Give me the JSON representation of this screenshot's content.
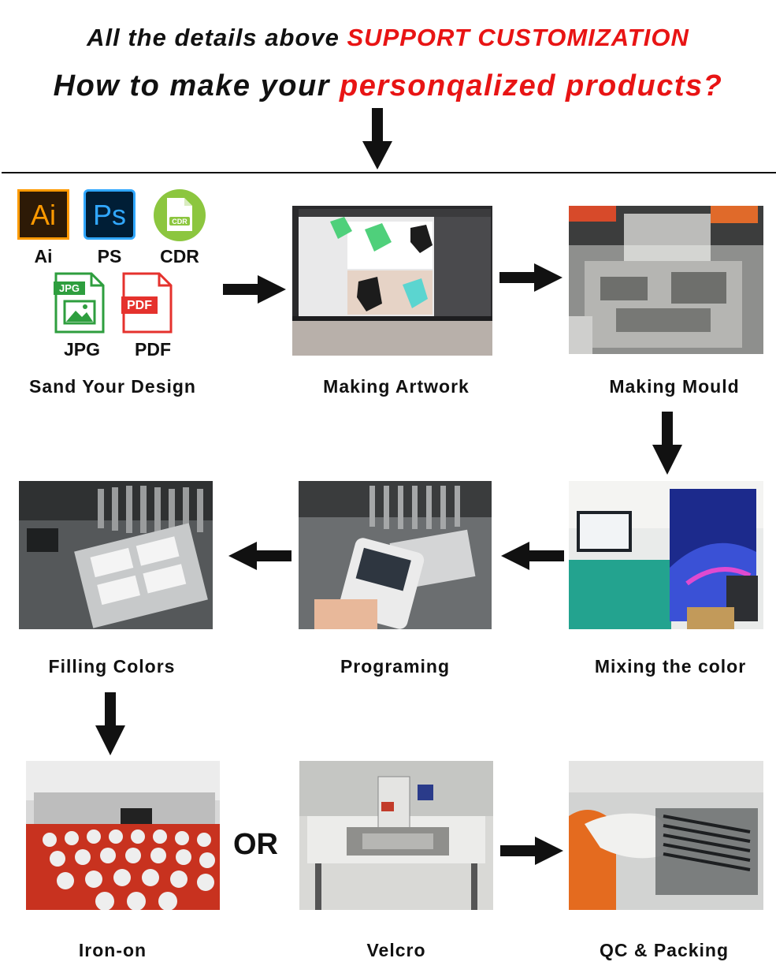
{
  "header": {
    "line1_prefix": "All the details above ",
    "line1_highlight": "SUPPORT CUSTOMIZATION",
    "line2_prefix": "How to make your ",
    "line2_highlight": "personqalized products?"
  },
  "design_formats": [
    {
      "name": "Ai",
      "glyph": "Ai",
      "icon": "illustrator-icon"
    },
    {
      "name": "PS",
      "glyph": "Ps",
      "icon": "photoshop-icon"
    },
    {
      "name": "CDR",
      "glyph": "CDR",
      "icon": "coreldraw-icon"
    },
    {
      "name": "JPG",
      "glyph": "JPG",
      "icon": "jpg-file-icon"
    },
    {
      "name": "PDF",
      "glyph": "PDF",
      "icon": "pdf-file-icon"
    }
  ],
  "steps": [
    {
      "label": "Sand Your Design"
    },
    {
      "label": "Making Artwork"
    },
    {
      "label": "Making Mould"
    },
    {
      "label": "Mixing the color"
    },
    {
      "label": "Programing"
    },
    {
      "label": "Filling Colors"
    },
    {
      "label": "Iron-on"
    },
    {
      "label": "Velcro"
    },
    {
      "label": "QC & Packing"
    }
  ],
  "or_label": "OR",
  "colors": {
    "accent_red": "#e81414",
    "arrow": "#111111",
    "ai_bg": "#2d1a06",
    "ai_fg": "#ff9a00",
    "ps_bg": "#001e36",
    "ps_fg": "#31a8ff",
    "cdr_green": "#8cc63f",
    "jpg_green": "#2e9e3e",
    "pdf_red": "#e5322d"
  }
}
